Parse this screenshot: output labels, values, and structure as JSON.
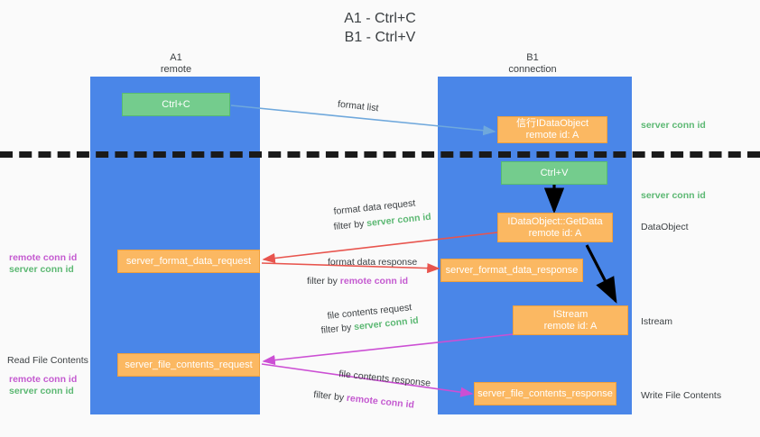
{
  "title": "A1 - Ctrl+C\nB1 - Ctrl+V",
  "lanes": [
    {
      "name": "A1",
      "sub": "remote",
      "header": "A1\nremote"
    },
    {
      "name": "B1",
      "sub": "connection",
      "header": "B1\nconnection"
    }
  ],
  "boxes": {
    "ctrl_c": "Ctrl+C",
    "ctrl_v": "Ctrl+V",
    "data_object_top": "信行IDataObject\nremote id: A",
    "get_data": "IDataObject::GetData\nremote id: A",
    "istream": "IStream\nremote id: A",
    "server_format_data_request": "server_format_data_request",
    "server_format_data_response": "server_format_data_response",
    "server_file_contents_request": "server_file_contents_request",
    "server_file_contents_response": "server_file_contents_response"
  },
  "arrow_labels": {
    "format_list": "format list",
    "format_data_request": "format data request",
    "format_data_request_filter_prefix": "filter by ",
    "format_data_request_filter_value": "server conn id",
    "format_data_response": "format data response",
    "format_data_response_filter_prefix": "filter by ",
    "format_data_response_filter_value": "remote conn id",
    "file_contents_request": "file contents request",
    "file_contents_request_filter_prefix": "filter by ",
    "file_contents_request_filter_value": "server conn id",
    "file_contents_response": "file contents response",
    "file_contents_response_filter_prefix": "filter by ",
    "file_contents_response_filter_value": "remote conn id"
  },
  "right_labels": {
    "server_conn_id_1": "server conn id",
    "server_conn_id_2": "server conn id",
    "data_object": "DataObject",
    "istream": "Istream",
    "write_file_contents": "Write File Contents"
  },
  "left_labels": {
    "remote_conn_id_1": "remote conn id",
    "server_conn_id_1": "server conn id",
    "read_file_contents": "Read File Contents",
    "remote_conn_id_2": "remote conn id",
    "server_conn_id_2": "server conn id"
  },
  "colors": {
    "lane": "#4a86e8",
    "green_box": "#74cc8d",
    "orange_box": "#fbb862",
    "green_text": "#5cb873",
    "purple_text": "#c45ad0",
    "red_arrow": "#e8554e",
    "magenta_arrow": "#cc4fd4",
    "blue_arrow": "#6fa8dc",
    "black_arrow": "#000000",
    "background": "#fafafa"
  }
}
